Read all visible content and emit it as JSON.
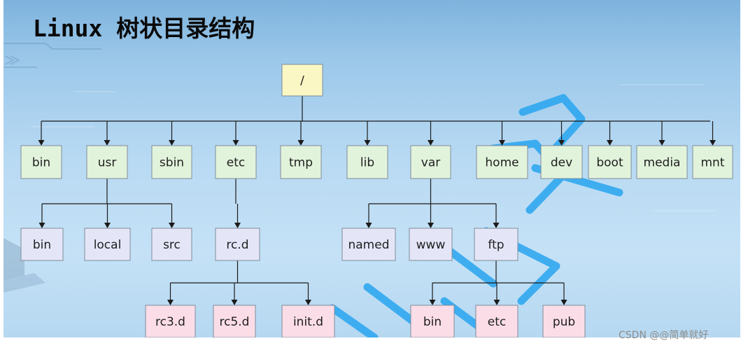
{
  "slide": {
    "title": "Linux 树状目录结构"
  },
  "colors": {
    "root": "#fbf7c4",
    "level1": "#e2f3dc",
    "level2": "#e4e6f8",
    "level3": "#fbdde8",
    "edge": "#1b1b1b",
    "watermark_stroke": "#28a5f0"
  },
  "tree": {
    "name": "/",
    "children": [
      {
        "name": "bin"
      },
      {
        "name": "usr",
        "children": [
          {
            "name": "bin"
          },
          {
            "name": "local"
          },
          {
            "name": "src"
          }
        ]
      },
      {
        "name": "sbin"
      },
      {
        "name": "etc",
        "children": [
          {
            "name": "rc.d",
            "children": [
              {
                "name": "rc3.d"
              },
              {
                "name": "rc5.d"
              },
              {
                "name": "init.d"
              }
            ]
          }
        ]
      },
      {
        "name": "tmp"
      },
      {
        "name": "lib"
      },
      {
        "name": "var",
        "children": [
          {
            "name": "named"
          },
          {
            "name": "www"
          },
          {
            "name": "ftp",
            "children": [
              {
                "name": "bin"
              },
              {
                "name": "etc"
              },
              {
                "name": "pub"
              }
            ]
          }
        ]
      },
      {
        "name": "home"
      },
      {
        "name": "dev"
      },
      {
        "name": "boot"
      },
      {
        "name": "media"
      },
      {
        "name": "mnt"
      }
    ]
  },
  "watermark": {
    "text": "CSDN @@简单就好"
  }
}
